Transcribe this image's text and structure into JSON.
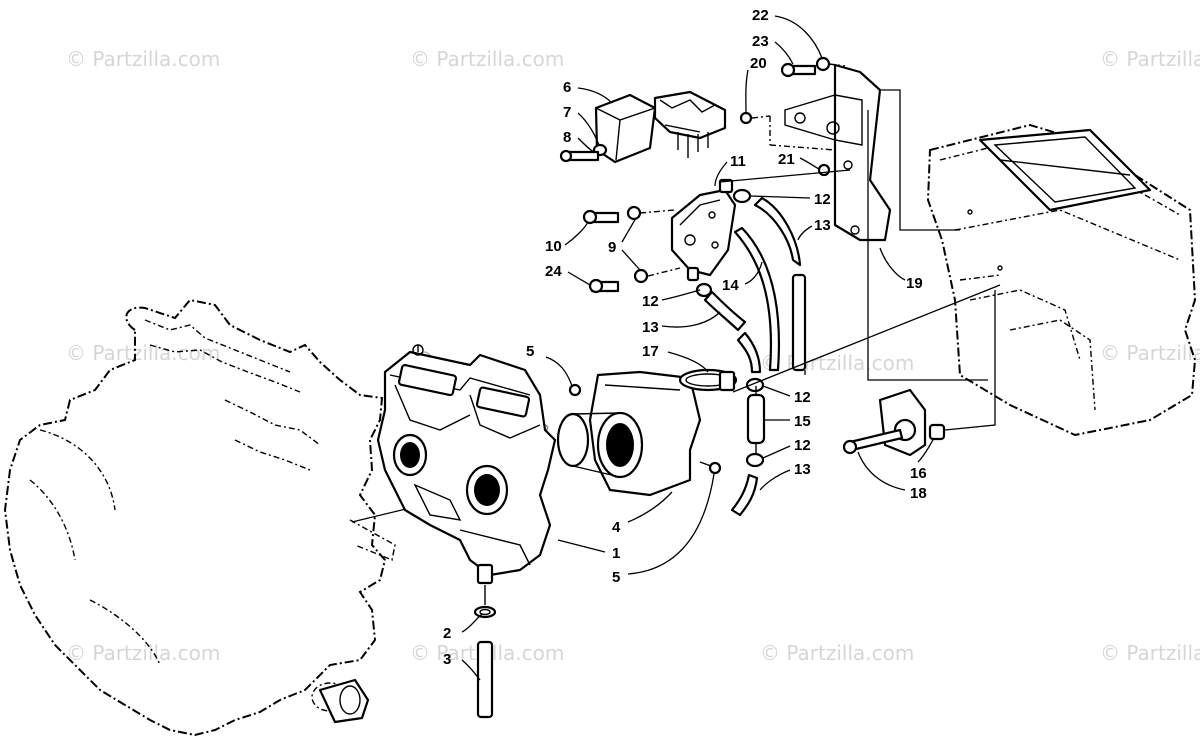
{
  "watermark": {
    "text": "© Partzilla.com",
    "center_text": "© Partzilla.com"
  },
  "callouts": [
    {
      "id": "c1",
      "label": "1"
    },
    {
      "id": "c2",
      "label": "2"
    },
    {
      "id": "c3",
      "label": "3"
    },
    {
      "id": "c4",
      "label": "4"
    },
    {
      "id": "c5a",
      "label": "5"
    },
    {
      "id": "c5b",
      "label": "5"
    },
    {
      "id": "c6",
      "label": "6"
    },
    {
      "id": "c7",
      "label": "7"
    },
    {
      "id": "c8",
      "label": "8"
    },
    {
      "id": "c9",
      "label": "9"
    },
    {
      "id": "c10",
      "label": "10"
    },
    {
      "id": "c11",
      "label": "11"
    },
    {
      "id": "c12a",
      "label": "12"
    },
    {
      "id": "c12b",
      "label": "12"
    },
    {
      "id": "c12c",
      "label": "12"
    },
    {
      "id": "c12d",
      "label": "12"
    },
    {
      "id": "c13a",
      "label": "13"
    },
    {
      "id": "c13b",
      "label": "13"
    },
    {
      "id": "c13c",
      "label": "13"
    },
    {
      "id": "c14",
      "label": "14"
    },
    {
      "id": "c15",
      "label": "15"
    },
    {
      "id": "c16",
      "label": "16"
    },
    {
      "id": "c17",
      "label": "17"
    },
    {
      "id": "c18",
      "label": "18"
    },
    {
      "id": "c19",
      "label": "19"
    },
    {
      "id": "c20",
      "label": "20"
    },
    {
      "id": "c21",
      "label": "21"
    },
    {
      "id": "c22",
      "label": "22"
    },
    {
      "id": "c23",
      "label": "23"
    },
    {
      "id": "c24",
      "label": "24"
    }
  ]
}
